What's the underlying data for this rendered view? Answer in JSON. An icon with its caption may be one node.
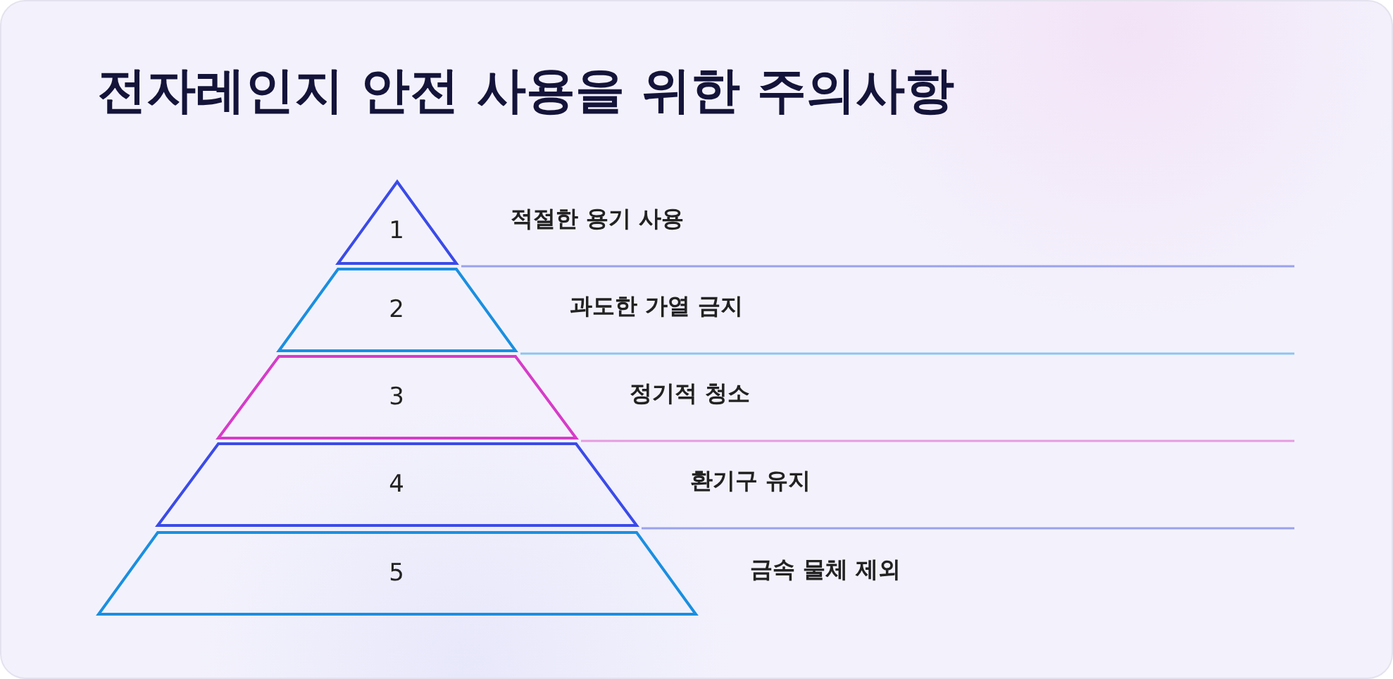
{
  "diagram": {
    "title": "전자레인지 안전 사용을 위한 주의사항",
    "nodes": [
      {
        "text": [
          "1"
        ],
        "beside": [
          "적절한 용기 사용"
        ]
      },
      {
        "text": [
          "2"
        ],
        "beside": [
          "과도한 가열 금지"
        ]
      },
      {
        "text": [
          "3"
        ],
        "beside": [
          "정기적 청소"
        ]
      },
      {
        "text": [
          "4"
        ],
        "beside": [
          "환기구 유지"
        ]
      },
      {
        "text": [
          "5"
        ],
        "beside": [
          "금속 물체 제외"
        ]
      }
    ]
  }
}
